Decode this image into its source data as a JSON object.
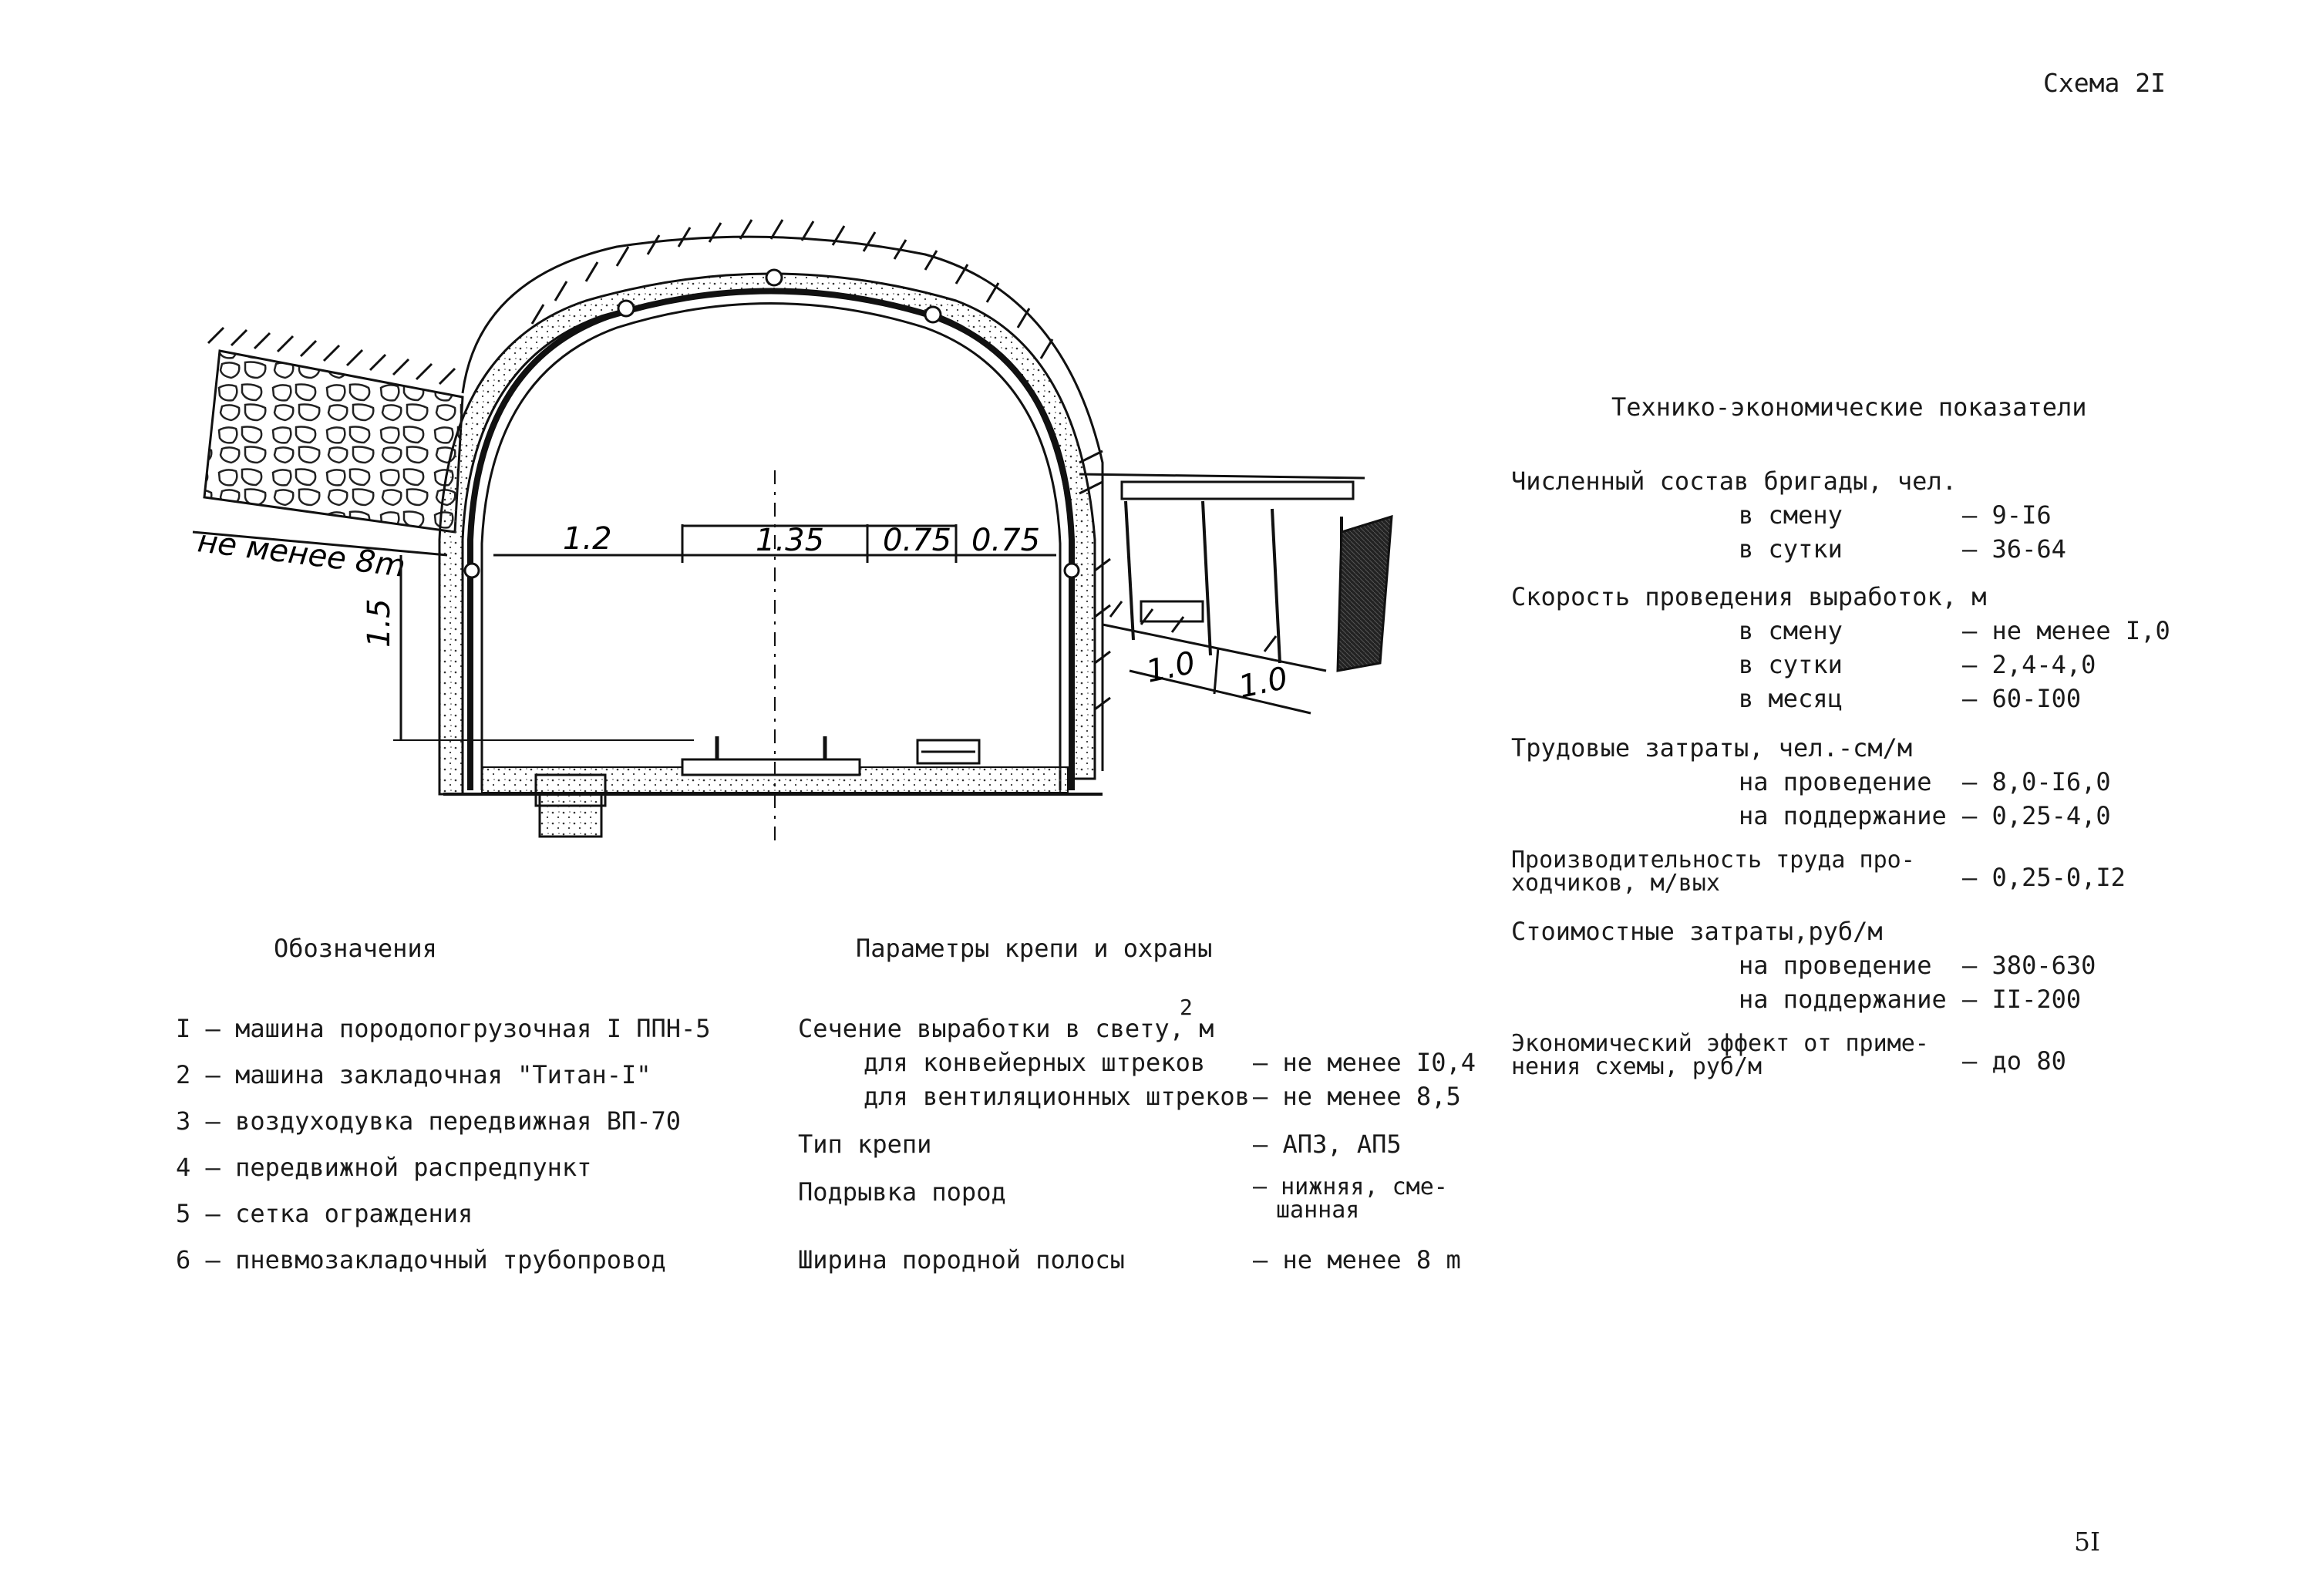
{
  "header": {
    "scheme_label": "Схема 2I",
    "page_number": "5I"
  },
  "drawing": {
    "dims": {
      "min_label": "не менее 8m",
      "d1": "1.2",
      "d2": "1.35",
      "d3": "0.75",
      "d4": "0.75",
      "height": "1.5",
      "w1": "1.0",
      "w2": "1.0"
    }
  },
  "legend": {
    "title": "Обозначения",
    "items": [
      "I – машина породопогрузочная I ППН-5",
      "2 – машина закладочная \"Титан-I\"",
      "3 – воздуходувка передвижная ВП-70",
      "4 – передвижной распредпункт",
      "5 – сетка ограждения",
      "6 – пневмозакладочный трубопровод"
    ]
  },
  "params": {
    "title": "Параметры крепи и охраны",
    "section_label": "Сечение выработки в свету, м",
    "section_unit_sup": "2",
    "conveyor_label": "для конвейерных штреков",
    "conveyor_value": "– не менее I0,4",
    "vent_label": "для вентиляционных штреков",
    "vent_value": "– не менее 8,5",
    "support_label": "Тип крепи",
    "support_value": "– АПЗ, АП5",
    "blast_label": "Подрывка пород",
    "blast_value_1": "– нижняя, сме-",
    "blast_value_2": "шанная",
    "strip_label": "Ширина породной полосы",
    "strip_value": "– не менее 8 m"
  },
  "indicators": {
    "title": "Технико-экономические показатели",
    "crew_label": "Численный состав бригады, чел.",
    "crew_shift_label": "в смену",
    "crew_shift_value": "– 9-I6",
    "crew_day_label": "в сутки",
    "crew_day_value": "– 36-64",
    "speed_label": "Скорость проведения выработок, м",
    "speed_shift_label": "в смену",
    "speed_shift_value": "– не менее I,0",
    "speed_day_label": "в сутки",
    "speed_day_value": "– 2,4-4,0",
    "speed_month_label": "в месяц",
    "speed_month_value": "– 60-I00",
    "labor_label": "Трудовые затраты, чел.-см/м",
    "labor_drive_label": "на проведение",
    "labor_drive_value": "– 8,0-I6,0",
    "labor_maint_label": "на поддержание",
    "labor_maint_value": "– 0,25-4,0",
    "prod_label_1": "Производительность труда про-",
    "prod_label_2": "ходчиков, м/вых",
    "prod_value": "– 0,25-0,I2",
    "cost_label": "Стоимостные затраты,руб/м",
    "cost_drive_label": "на проведение",
    "cost_drive_value": "– 380-630",
    "cost_maint_label": "на поддержание",
    "cost_maint_value": "– II-200",
    "effect_label_1": "Экономический эффект от приме-",
    "effect_label_2": "нения схемы, руб/м",
    "effect_value": "– до 80"
  }
}
